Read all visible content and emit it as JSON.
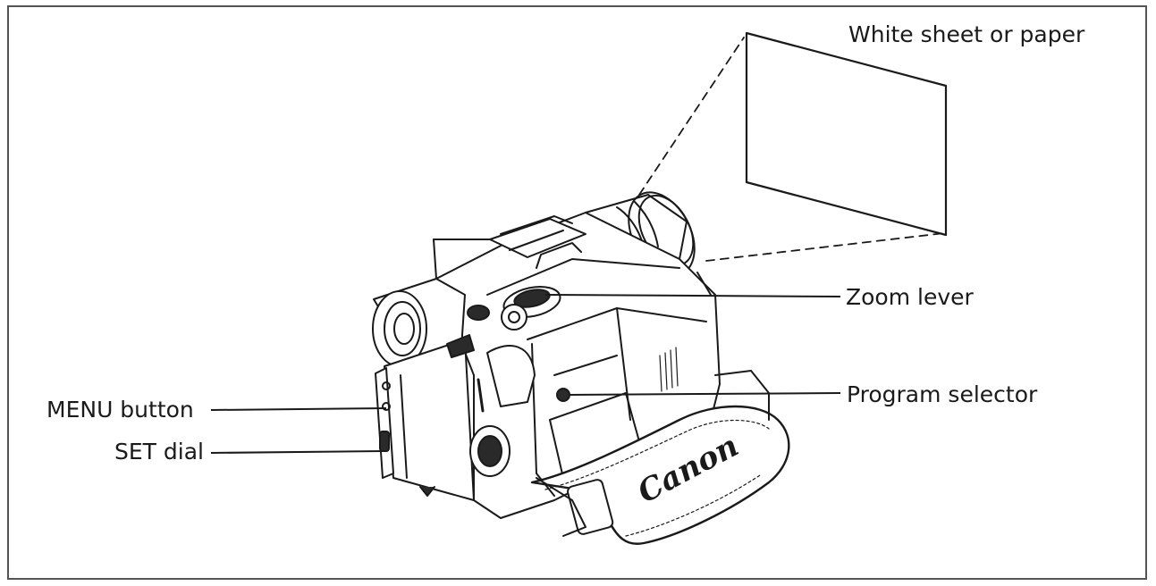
{
  "labels": {
    "paper": "White sheet or paper",
    "zoom_lever": "Zoom lever",
    "program_selector": "Program selector",
    "menu_button": "MENU button",
    "set_dial": "SET dial"
  },
  "brand": "Canon",
  "colors": {
    "line": "#1a1a1a",
    "frame": "#555555",
    "background": "#ffffff",
    "dark_detail": "#2a2a2a"
  }
}
